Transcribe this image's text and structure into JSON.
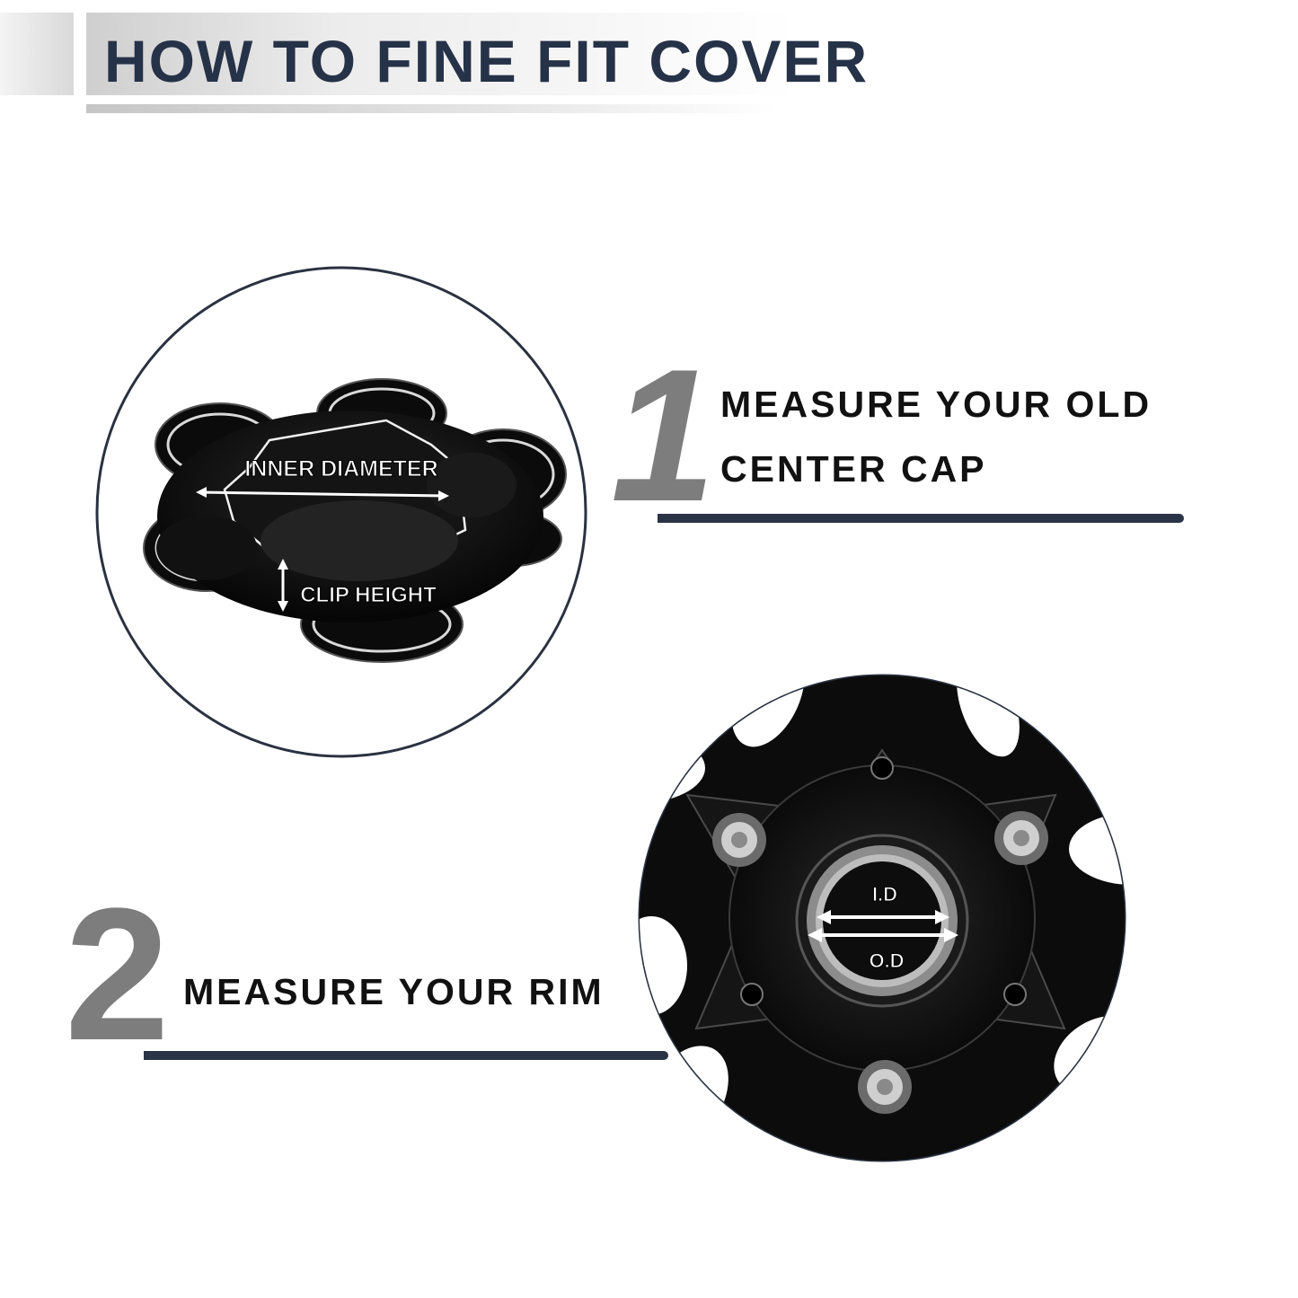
{
  "header": {
    "title": "HOW TO FINE FIT COVER"
  },
  "steps": [
    {
      "number": "1",
      "lines": [
        "MEASURE YOUR OLD",
        "CENTER CAP"
      ]
    },
    {
      "number": "2",
      "lines": [
        "MEASURE YOUR RIM"
      ]
    }
  ],
  "cap_image": {
    "labels": {
      "inner_diameter": "INNER DIAMETER",
      "clip_height": "CLIP HEIGHT"
    }
  },
  "rim_image": {
    "labels": {
      "id": "I.D",
      "od": "O.D"
    }
  },
  "colors": {
    "title": "#263247",
    "number": "#7d7d7d",
    "rule": "#2b3446",
    "text": "#111111"
  }
}
